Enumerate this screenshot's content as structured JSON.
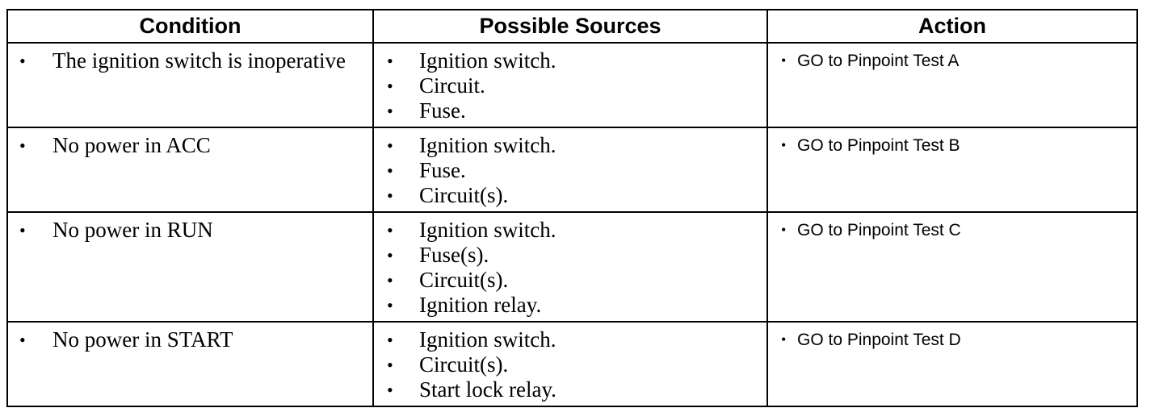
{
  "headers": {
    "condition": "Condition",
    "sources": "Possible Sources",
    "action": "Action"
  },
  "rows": [
    {
      "condition": "The ignition switch is inoperative",
      "sources": [
        "Ignition switch.",
        "Circuit.",
        "Fuse."
      ],
      "action": "GO to Pinpoint Test A"
    },
    {
      "condition": "No power in ACC",
      "sources": [
        "Ignition switch.",
        "Fuse.",
        "Circuit(s)."
      ],
      "action": "GO to Pinpoint Test B"
    },
    {
      "condition": "No power in RUN",
      "sources": [
        "Ignition switch.",
        "Fuse(s).",
        "Circuit(s).",
        "Ignition relay."
      ],
      "action": "GO to Pinpoint Test C"
    },
    {
      "condition": "No power in START",
      "sources": [
        "Ignition switch.",
        "Circuit(s).",
        "Start lock relay."
      ],
      "action": "GO to Pinpoint Test D"
    }
  ],
  "bullet_glyph": "•"
}
